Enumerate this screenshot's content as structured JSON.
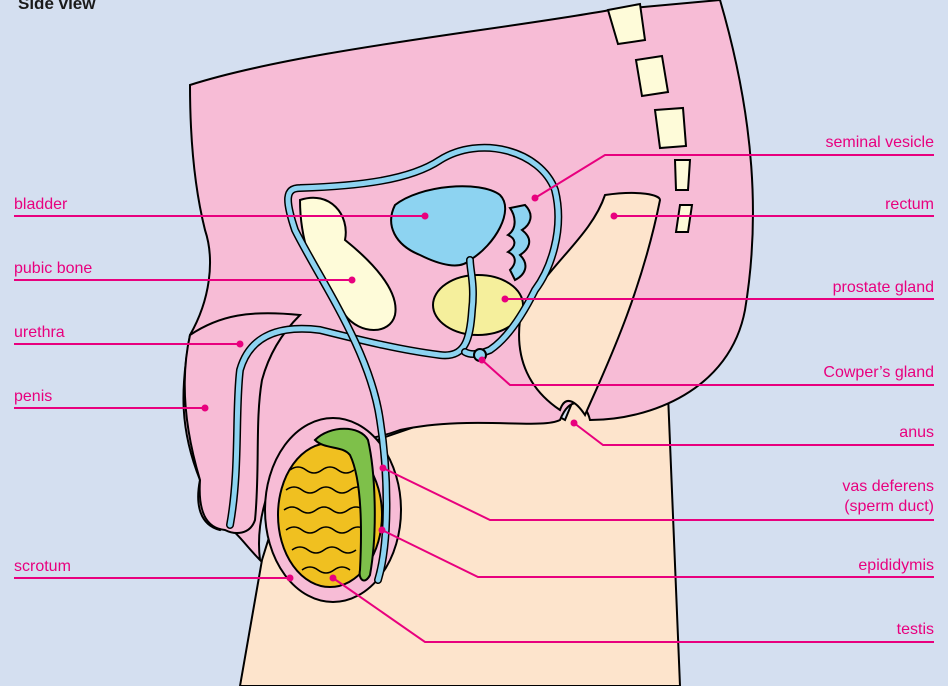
{
  "title": "Side view",
  "labels": {
    "left": {
      "bladder": "bladder",
      "pubic_bone": "pubic bone",
      "urethra": "urethra",
      "penis": "penis",
      "scrotum": "scrotum"
    },
    "right": {
      "seminal_vesicle": "seminal vesicle",
      "rectum": "rectum",
      "prostate_gland": "prostate gland",
      "cowpers_gland": "Cowper’s gland",
      "anus": "anus",
      "vas_deferens": "vas deferens\n(sperm duct)",
      "epididymis": "epididymis",
      "testis": "testis"
    }
  },
  "colors": {
    "background": "#d4dff0",
    "body_pink": "#f7bcd6",
    "skin": "#fde4cc",
    "bone": "#fefbd9",
    "bladder_blue": "#8dd3f1",
    "prostate": "#f5ef9c",
    "testis_yellow": "#f0c020",
    "epididymis_green": "#7ec04a",
    "label_magenta": "#e8007e"
  }
}
